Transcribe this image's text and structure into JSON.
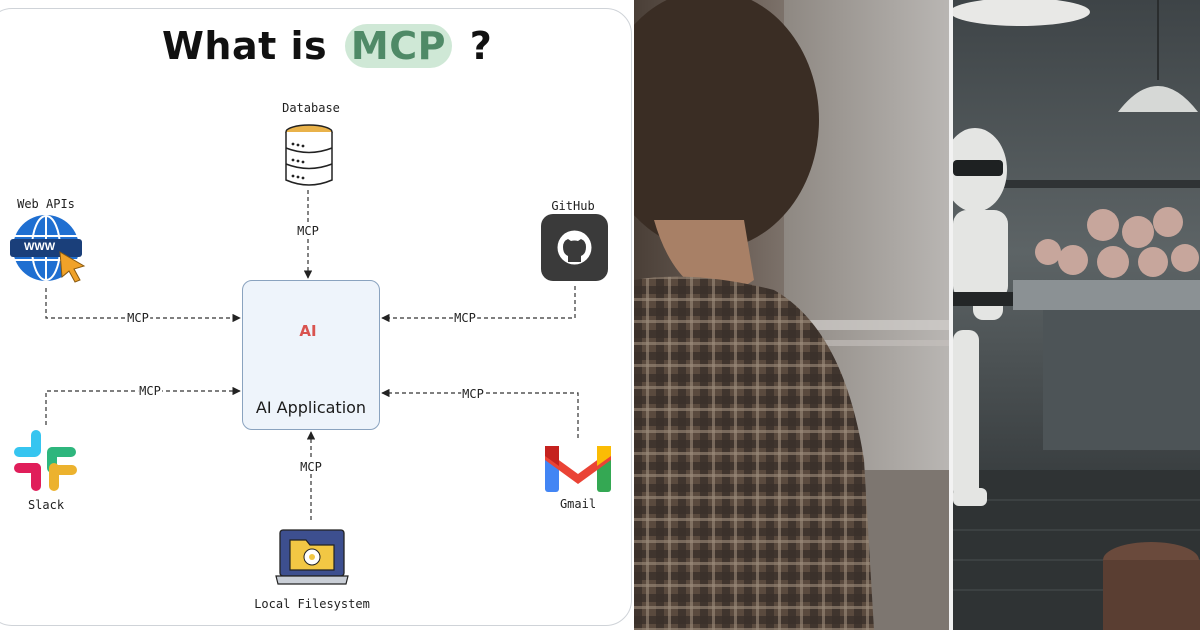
{
  "title": {
    "prefix": "What is",
    "highlight": "MCP",
    "suffix": "?"
  },
  "center_node": {
    "label": "AI Application",
    "badge": "AI"
  },
  "nodes": {
    "database": "Database",
    "web_apis": "Web APIs",
    "github": "GitHub",
    "slack": "Slack",
    "gmail": "Gmail",
    "filesystem": "Local Filesystem"
  },
  "web_icon_text": "WWW",
  "edge_label": "MCP",
  "colors": {
    "highlight_bg": "#cfe8d6",
    "highlight_text": "#4f8a67",
    "app_box_bg": "#eef4fb",
    "phone": "#5b6aa8",
    "badge": "#d9534f",
    "database_top": "#e9b24a",
    "folder": "#f2c744"
  },
  "photos": {
    "left": "person in plaid shirt looking at window",
    "right": "toy stormtrooper in kitchen"
  }
}
